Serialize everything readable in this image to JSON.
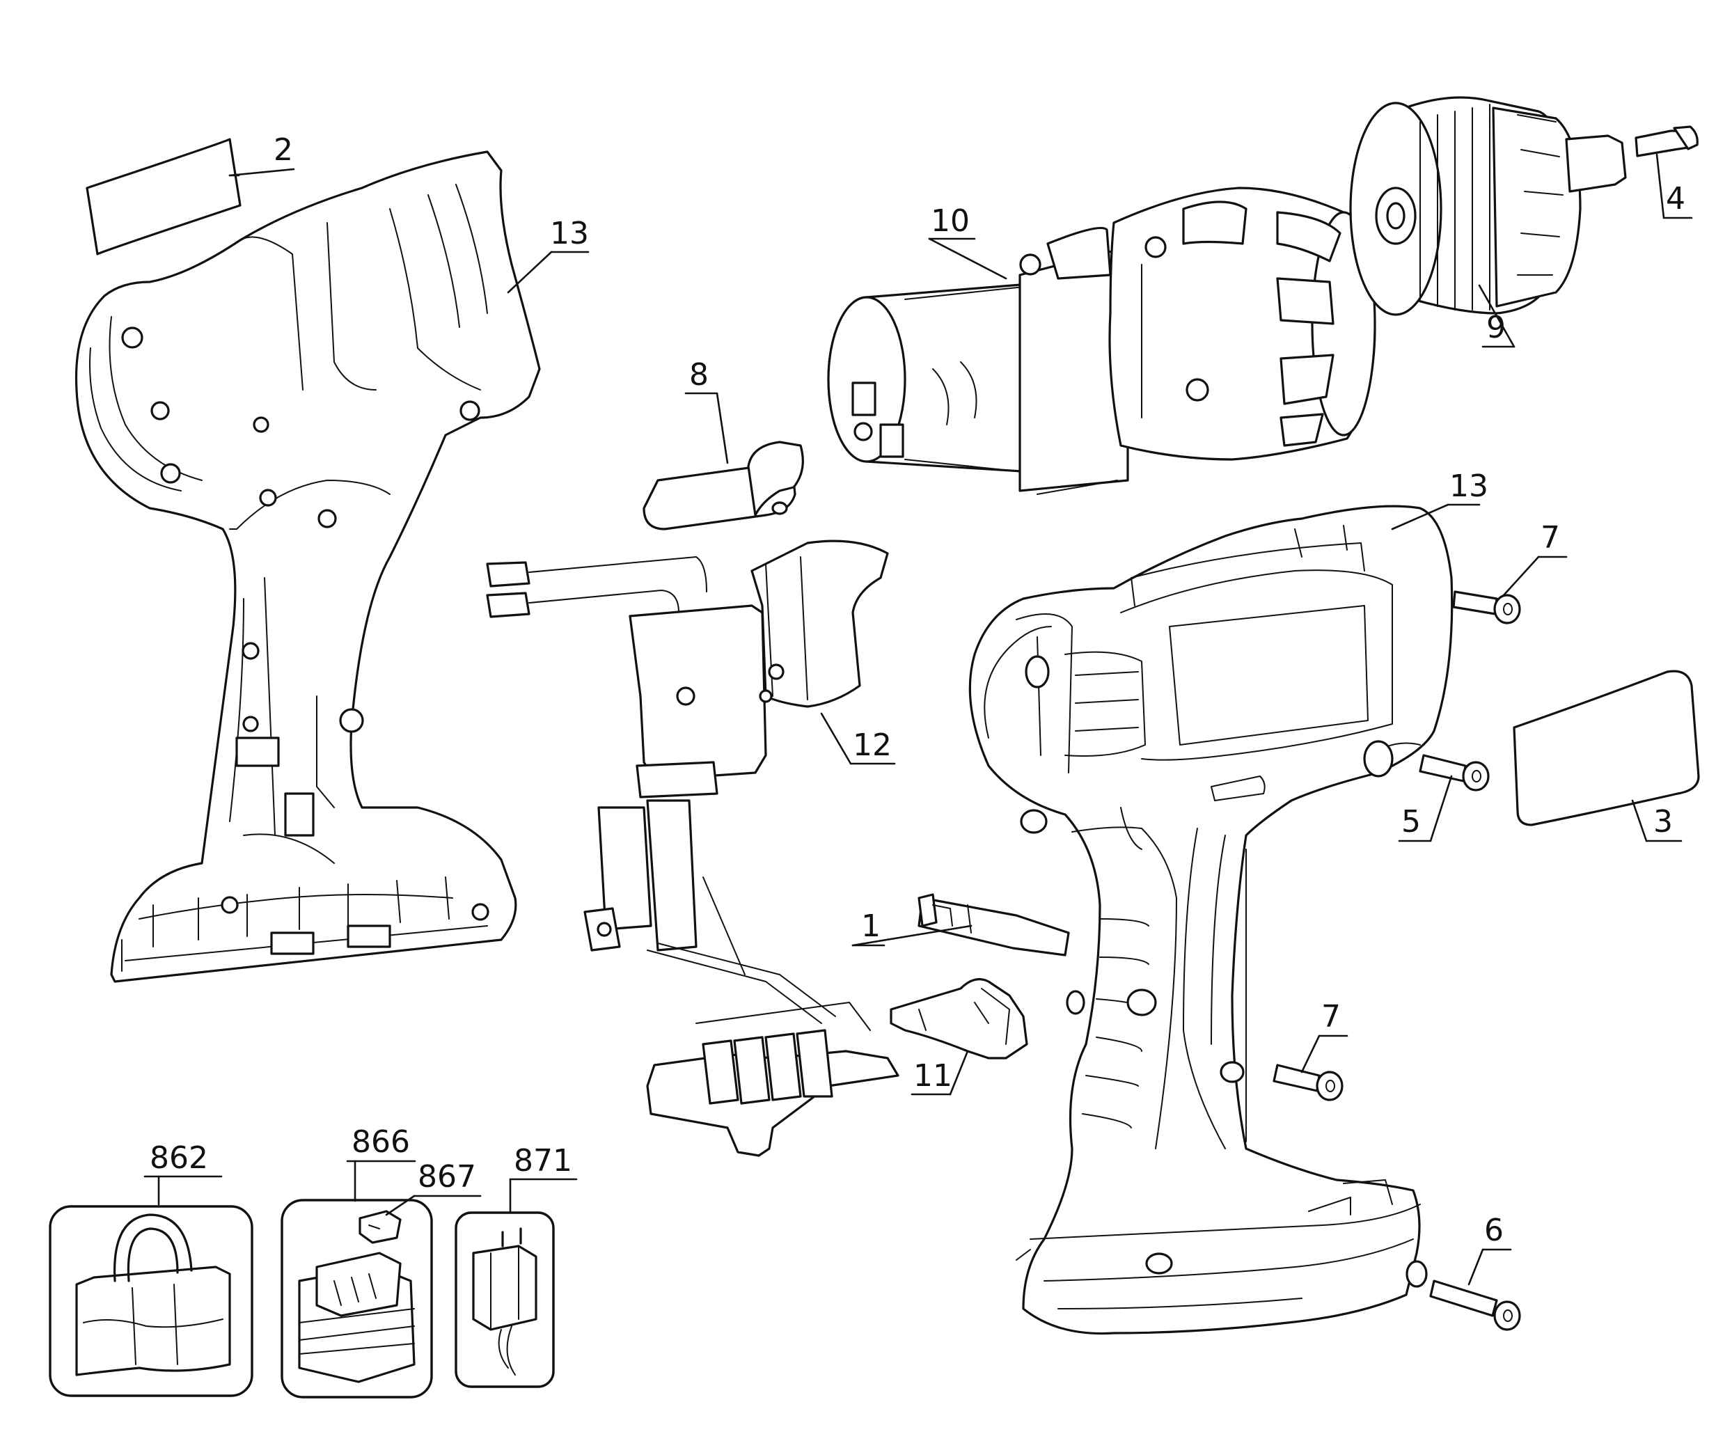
{
  "callouts": {
    "c2": "2",
    "c13a": "13",
    "c10": "10",
    "c4": "4",
    "c9": "9",
    "c8": "8",
    "c13b": "13",
    "c7a": "7",
    "c12": "12",
    "c5": "5",
    "c3": "3",
    "c1": "1",
    "c7b": "7",
    "c11": "11",
    "c6": "6",
    "c862": "862",
    "c866": "866",
    "c867": "867",
    "c871": "871"
  }
}
